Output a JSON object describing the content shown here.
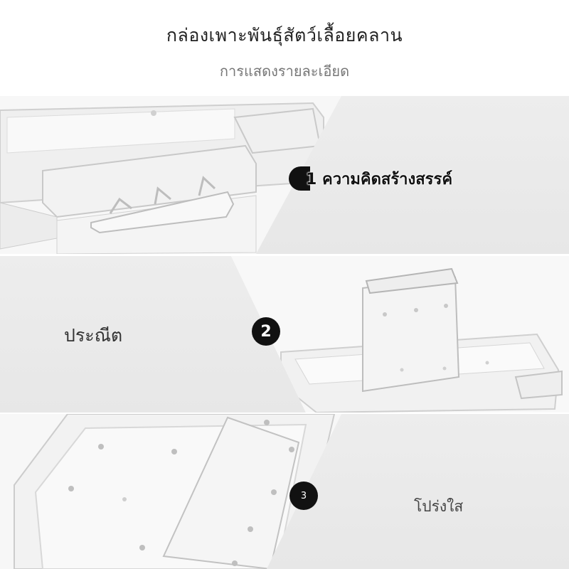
{
  "header": {
    "title": "กล่องเพาะพันธุ์สัตว์เลื้อยคลาน",
    "subtitle": "การแสดงรายละเอียด"
  },
  "features": [
    {
      "number": "1",
      "label": "ความคิดสร้างสรรค์"
    },
    {
      "number": "2",
      "label": "ประณีต"
    },
    {
      "number": "3",
      "label": "โปร่งใส"
    }
  ],
  "colors": {
    "panel_grey": "#e9e9e9",
    "badge": "#111111",
    "badge_text": "#ffffff"
  }
}
